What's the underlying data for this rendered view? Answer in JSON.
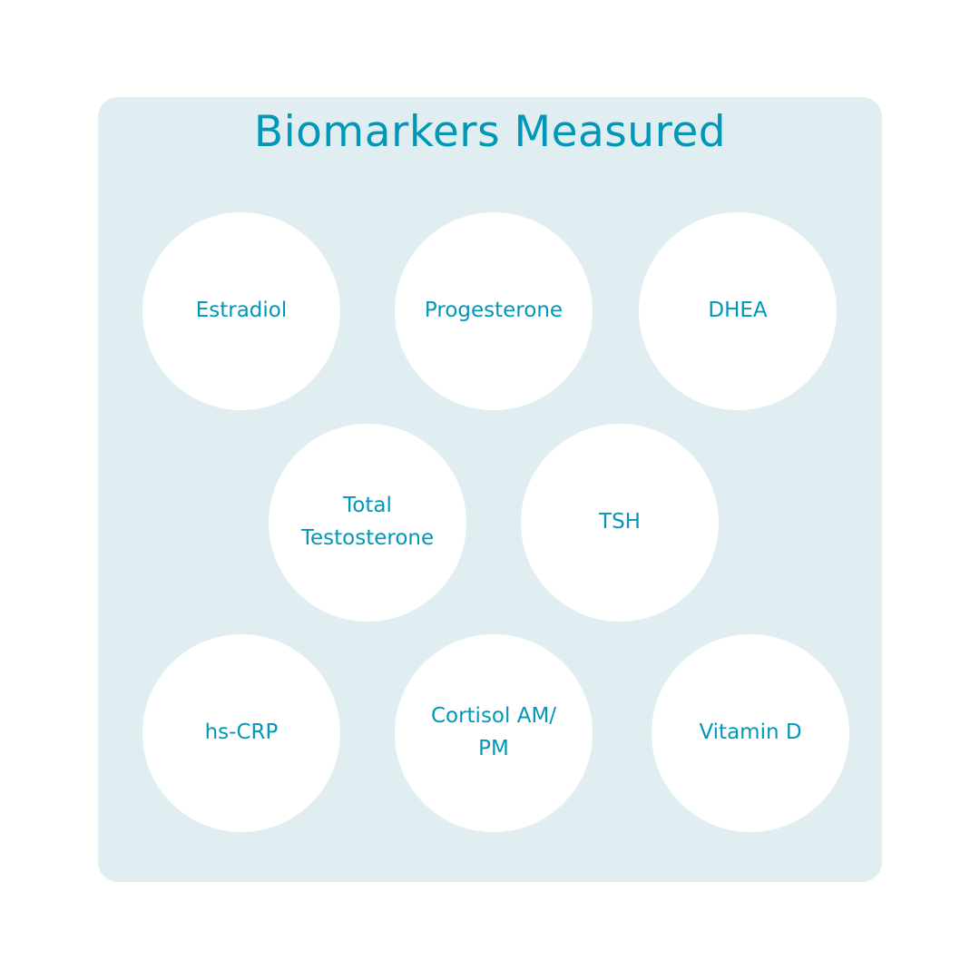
{
  "title": "Biomarkers Measured",
  "colors": {
    "accent": "#0097b8",
    "panel": "#e0eef1",
    "circle": "#ffffff"
  },
  "biomarkers": [
    {
      "label": "Estradiol"
    },
    {
      "label": "Progesterone"
    },
    {
      "label": "DHEA"
    },
    {
      "label": "Total Testosterone"
    },
    {
      "label": "TSH"
    },
    {
      "label": "hs-CRP"
    },
    {
      "label": "Cortisol AM/ PM"
    },
    {
      "label": "Vitamin D"
    }
  ]
}
